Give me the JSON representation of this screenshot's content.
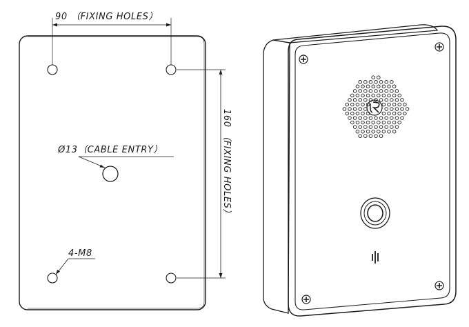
{
  "rear_view": {
    "dim_width": {
      "value": "90",
      "note": "（FIXING HOLES）"
    },
    "dim_height": {
      "value": "160",
      "note": "（FIXING HOLES）"
    },
    "cable_entry": {
      "diameter": "Ø13",
      "note": "（CABLE ENTRY）"
    },
    "screw_callout": "4-M8"
  },
  "front_view": {
    "speaker_holes": 120,
    "icons": [
      "phillips-screw-icon",
      "speaker-grille-icon",
      "brand-logo-icon",
      "call-button-icon",
      "microphone-icon"
    ]
  }
}
